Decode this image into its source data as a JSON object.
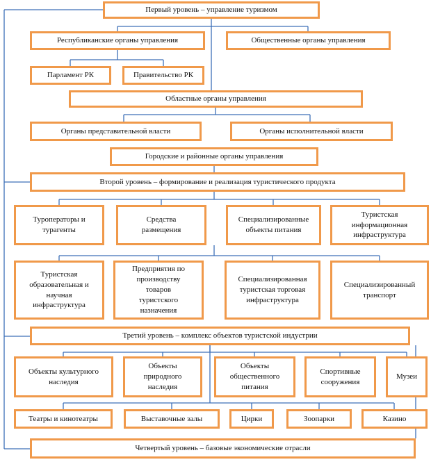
{
  "diagram": {
    "colors": {
      "border": "#f0994a",
      "connector": "#3d6fb8"
    },
    "nodes": {
      "level1": "Первый уровень – управление туризмом",
      "republic": "Республиканские органы управления",
      "public": "Общественные органы управления",
      "parliament": "Парламент РК",
      "government": "Правительство РК",
      "regional": "Областные органы управления",
      "representative": "Органы представительной власти",
      "executive": "Органы исполнительной власти",
      "city": "Городские и районные органы управления",
      "level2": "Второй уровень – формирование и реализация туристического продукта",
      "operators": "Туроператоры и\nтурагенты",
      "accommodation": "Средства\nразмещения",
      "catering": "Специализированные\nобъекты питания",
      "info_infra": "Туристская\nинформационная\nинфраструктура",
      "edu_infra": "Туристская\nобразовательная и\nнаучная\nинфраструктура",
      "production": "Предприятия по\nпроизводству\nтоваров\nтуристского\nназначения",
      "trade_infra": "Специализированная\nтуристская торговая\nинфраструктура",
      "transport": "Специализированный\nтранспорт",
      "level3": "Третий уровень – комплекс объектов туристской индустрии",
      "cultural": "Объекты культурного\nнаследия",
      "natural": "Объекты\nприродного\nнаследия",
      "public_catering": "Объекты\nобщественного\nпитания",
      "sports": "Спортивные\nсооружения",
      "museums": "Музеи",
      "theatres": "Театры и кинотеатры",
      "exhibition": "Выставочные залы",
      "circus": "Цирки",
      "zoo": "Зоопарки",
      "casino": "Казино",
      "level4": "Четвертый уровень – базовые экономические отрасли"
    }
  }
}
